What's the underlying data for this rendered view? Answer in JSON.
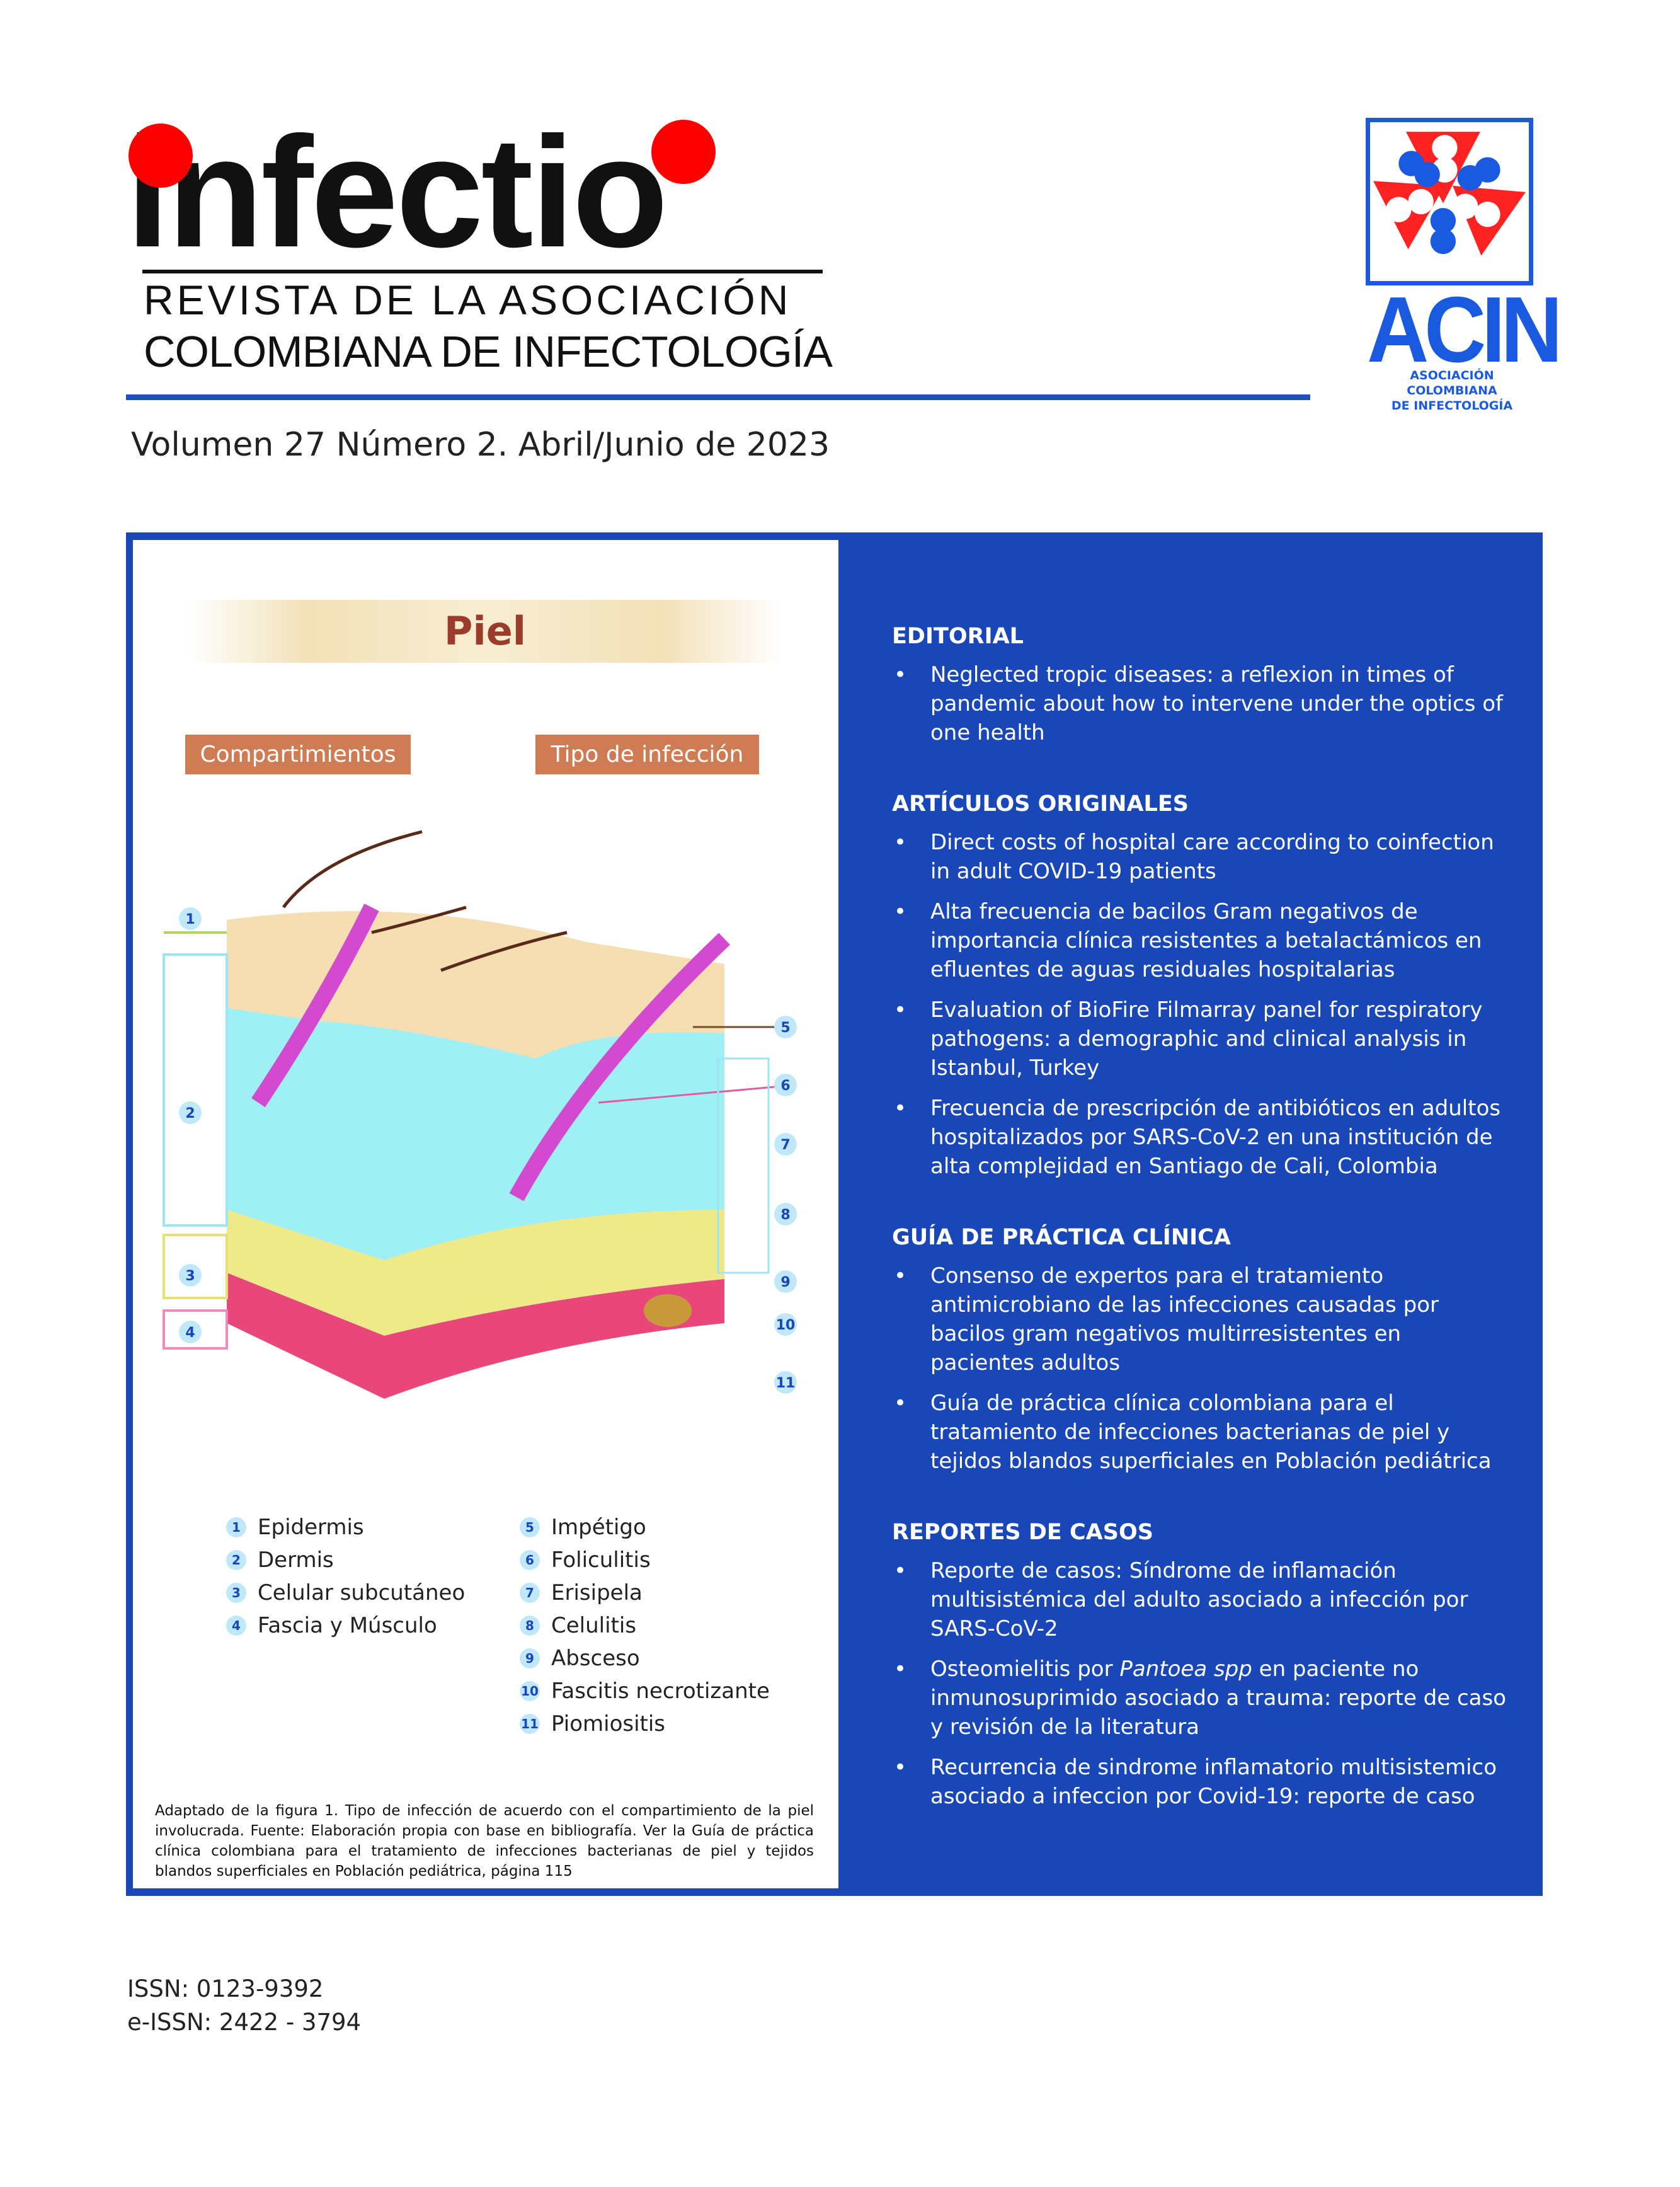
{
  "header": {
    "logo_word": "infectio",
    "subtitle_line1": "REVISTA DE LA ASOCIACIÓN",
    "subtitle_line2": "COLOMBIANA DE INFECTOLOGÍA",
    "volume": "Volumen 27 Número 2. Abril/Junio de 2023",
    "acin": {
      "name": "ACIN",
      "sub_line1": "ASOCIACIÓN COLOMBIANA",
      "sub_line2": "DE INFECTOLOGÍA"
    }
  },
  "figure": {
    "title": "Piel",
    "tag_left": "Compartimientos",
    "tag_right": "Tipo de infección",
    "markers": [
      "1",
      "2",
      "3",
      "4",
      "5",
      "6",
      "7",
      "8",
      "9",
      "10",
      "11"
    ],
    "compartments": [
      {
        "n": "1",
        "label": "Epidermis"
      },
      {
        "n": "2",
        "label": "Dermis"
      },
      {
        "n": "3",
        "label": "Celular subcutáneo"
      },
      {
        "n": "4",
        "label": "Fascia y Músculo"
      }
    ],
    "infections": [
      {
        "n": "5",
        "label": "Impétigo"
      },
      {
        "n": "6",
        "label": "Foliculitis"
      },
      {
        "n": "7",
        "label": "Erisipela"
      },
      {
        "n": "8",
        "label": "Celulitis"
      },
      {
        "n": "9",
        "label": "Absceso"
      },
      {
        "n": "10",
        "label": "Fascitis necrotizante"
      },
      {
        "n": "11",
        "label": "Piomiositis"
      }
    ],
    "caption": "Adaptado de la figura 1. Tipo de infección de acuerdo con el compartimiento de la piel involucrada. Fuente: Elaboración propia con base en bibliografía. Ver la Guía de práctica clínica colombiana para el tratamiento de infecciones bacterianas de piel y tejidos blandos superficiales en Población pediátrica, página 115"
  },
  "contents": [
    {
      "heading": "EDITORIAL",
      "items": [
        "Neglected tropic diseases: a reflexion in times of pandemic about how to intervene under the optics of one health"
      ]
    },
    {
      "heading": "ARTÍCULOS ORIGINALES",
      "items": [
        "Direct costs of hospital care according to coinfection in adult COVID-19 patients",
        "Alta frecuencia de bacilos Gram negativos de importancia clínica resistentes a betalactámicos en efluentes de aguas residuales hospitalarias",
        "Evaluation of BioFire Filmarray panel for respiratory pathogens: a demographic and clinical analysis in Istanbul, Turkey",
        "Frecuencia de prescripción de antibióticos en adultos hospitalizados por SARS-CoV-2 en una institución de alta complejidad en Santiago de Cali, Colombia"
      ]
    },
    {
      "heading": "GUÍA DE PRÁCTICA CLÍNICA",
      "items": [
        "Consenso de expertos para el tratamiento antimicrobiano de las infecciones causadas por bacilos gram negativos multirresistentes en pacientes adultos",
        "Guía de práctica clínica colombiana para el tratamiento de infecciones bacterianas de piel y tejidos blandos superficiales en Población pediátrica"
      ]
    },
    {
      "heading": "REPORTES DE CASOS",
      "items": [
        "Reporte de casos: Síndrome de inflamación multisistémica del adulto asociado a infección por SARS-CoV-2",
        "Osteomielitis por Pantoea spp en paciente no inmunosuprimido asociado a trauma: reporte de caso y revisión de la literatura",
        "Recurrencia de sindrome inflamatorio multisistemico asociado a infeccion por Covid-19: reporte de caso"
      ]
    }
  ],
  "footer": {
    "issn": "ISSN: 0123-9392",
    "eissn": "e-ISSN: 2422 - 3794"
  },
  "colors": {
    "blue": "#1a47b8",
    "red": "#ff0000",
    "tag": "#cf7b54"
  }
}
